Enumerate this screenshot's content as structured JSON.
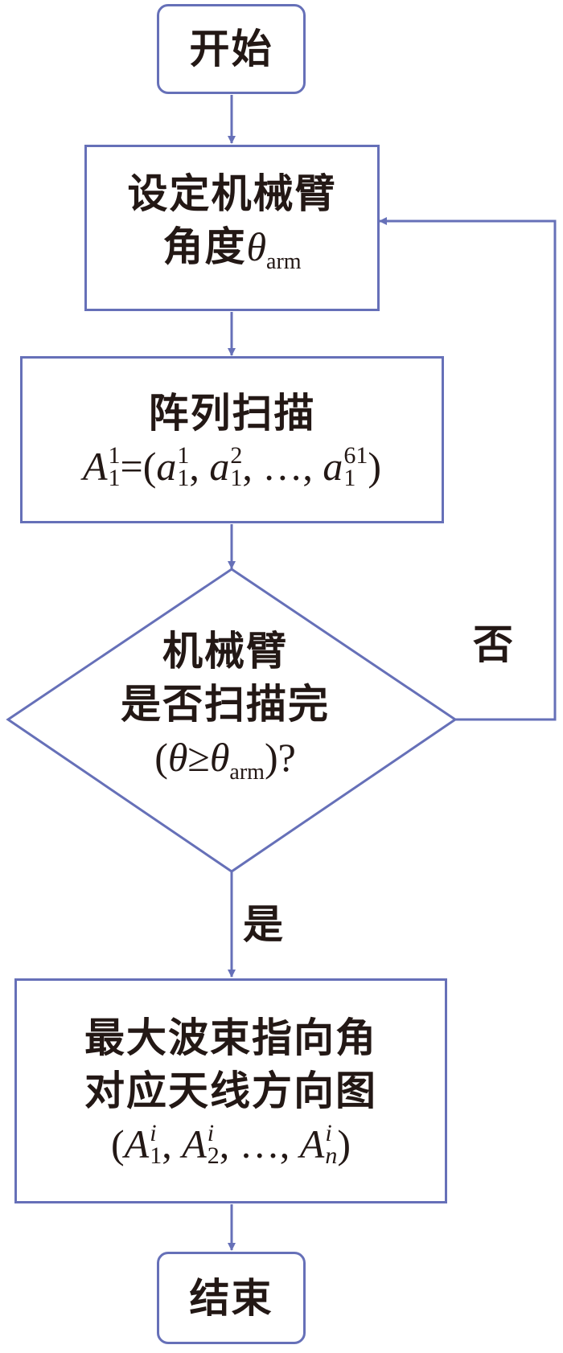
{
  "diagram": {
    "start": "开始",
    "set_angle": {
      "line1": "设定机械臂",
      "line2_cn": "角度",
      "theta": "θ",
      "theta_sub": "arm"
    },
    "array_scan": {
      "title": "阵列扫描",
      "formula": {
        "lhs_var": "A",
        "lhs_sup": "1",
        "lhs_sub": "1",
        "eq_open": "=(",
        "a": "a",
        "t1_sup": "1",
        "t1_sub": "1",
        "t2_sup": "2",
        "t2_sub": "1",
        "t3_sup": "61",
        "t3_sub": "1",
        "comma": ", ",
        "ellipsis": "…",
        "close": ")"
      }
    },
    "decision": {
      "line1": "机械臂",
      "line2": "是否扫描完",
      "cond_open": "(",
      "theta": "θ",
      "geq": "≥",
      "theta2": "θ",
      "theta_sub": "arm",
      "cond_close": ")?"
    },
    "no_label": "否",
    "yes_label": "是",
    "result": {
      "line1": "最大波束指向角",
      "line2": "对应天线方向图",
      "tuple": {
        "open": "(",
        "A": "A",
        "sup": "i",
        "sub1": "1",
        "sub2": "2",
        "subn": "n",
        "comma": ", ",
        "ellipsis": "…",
        "close": ")"
      }
    },
    "end": "结束"
  }
}
